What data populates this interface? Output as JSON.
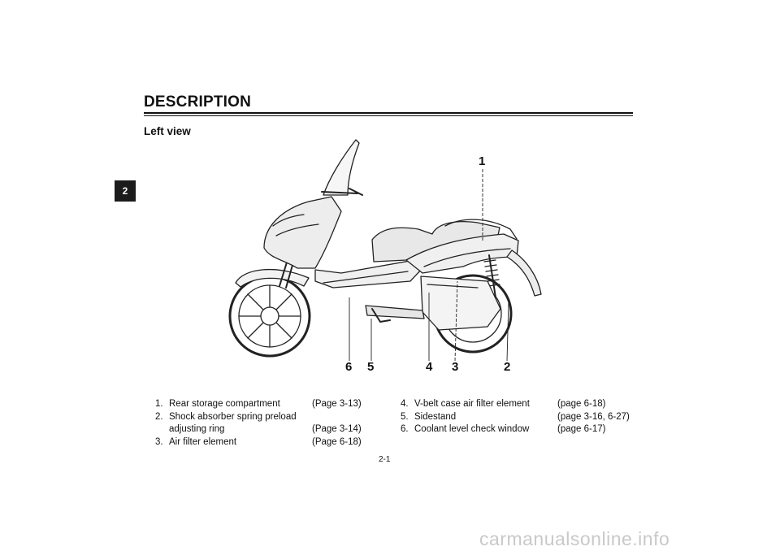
{
  "chapter_tab": "2",
  "title": "DESCRIPTION",
  "subtitle": "Left view",
  "callouts": [
    "1",
    "2",
    "3",
    "4",
    "5",
    "6"
  ],
  "legend_left": [
    {
      "num": "1.",
      "text": "Rear storage compartment",
      "page": "(Page 3-13)"
    },
    {
      "num": "2.",
      "text": "Shock absorber spring preload",
      "page": ""
    },
    {
      "num": "",
      "text": "adjusting ring",
      "page": "(Page 3-14)"
    },
    {
      "num": "3.",
      "text": "Air filter element",
      "page": "(Page 6-18)"
    }
  ],
  "legend_right": [
    {
      "num": "4.",
      "text": "V-belt case air filter element",
      "page": "(page  6-18)"
    },
    {
      "num": "5.",
      "text": "Sidestand",
      "page": "(page 3-16, 6-27)"
    },
    {
      "num": "6.",
      "text": "Coolant level check window",
      "page": "(page 6-17)"
    }
  ],
  "page_number": "2-1",
  "watermark": "carmanualsonline.info"
}
